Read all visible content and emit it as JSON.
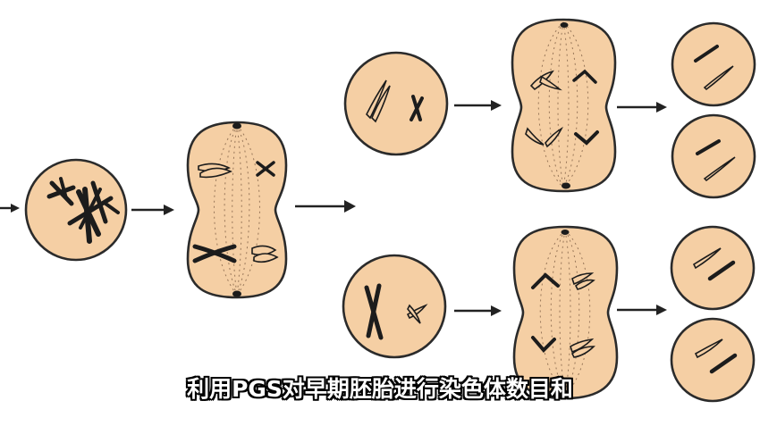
{
  "subtitle": "利用PGS对早期胚胎进行染色体数目和",
  "colors": {
    "cell_fill": "#f5cfa4",
    "outline": "#2b2b2b",
    "chromosome": "#1c1c1c"
  },
  "stages": [
    "parent-cell",
    "meiosis-i-cell",
    "daughter-cell-top",
    "daughter-cell-bottom",
    "meiosis-ii-cell-top",
    "meiosis-ii-cell-bottom",
    "gamete-1",
    "gamete-2",
    "gamete-3",
    "gamete-4"
  ]
}
